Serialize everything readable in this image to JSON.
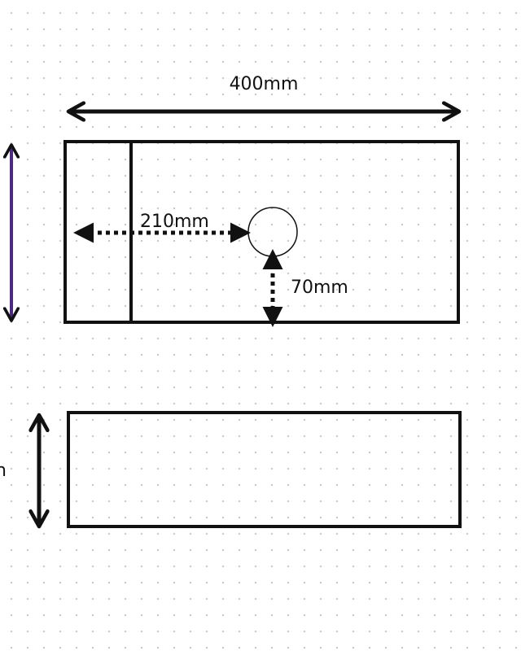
{
  "diagram": {
    "labels": {
      "top_width": "400mm",
      "hole_horizontal_offset": "210mm",
      "hole_vertical_offset": "70mm",
      "side_height_fragment": "n"
    },
    "colors": {
      "background": "#ffffff",
      "grid_dot": "#c9c9c9",
      "stroke": "#111111",
      "left_height_arrow": "#4b2a7f"
    }
  }
}
